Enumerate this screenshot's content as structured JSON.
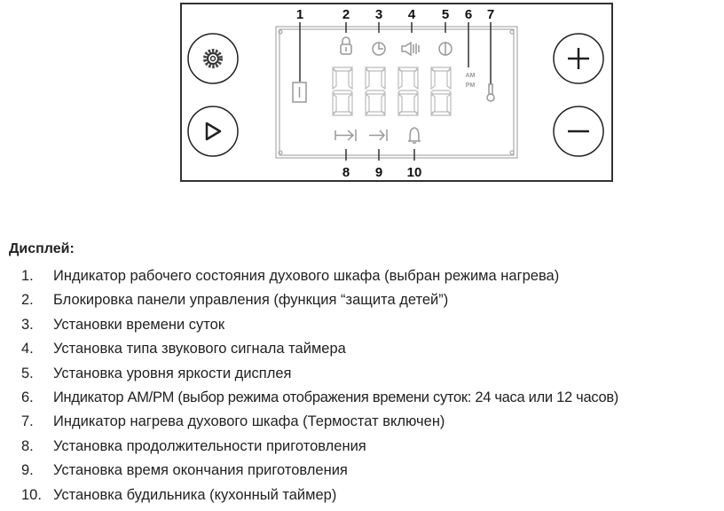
{
  "diagram": {
    "labels": {
      "l1": "1",
      "l2": "2",
      "l3": "3",
      "l4": "4",
      "l5": "5",
      "l6": "6",
      "l7": "7",
      "l8": "8",
      "l9": "9",
      "l10": "10"
    },
    "am": "AM",
    "pm": "PM",
    "buttons": [
      "gear",
      "play",
      "plus",
      "minus"
    ]
  },
  "section": {
    "title": "Дисплей:",
    "items": [
      {
        "num": "1.",
        "text": "Индикатор рабочего состояния духового шкафа (выбран режима нагрева)"
      },
      {
        "num": "2.",
        "text": "Блокировка панели управления (функция “защита детей”)"
      },
      {
        "num": "3.",
        "text": "Установки времени суток"
      },
      {
        "num": "4.",
        "text": "Установка типа звукового сигнала таймера"
      },
      {
        "num": "5.",
        "text": "Установка уровня яркости дисплея"
      },
      {
        "num": "6.",
        "text": "Индикатор AM/PM (выбор режима отображения времени суток: 24 часа или 12 часов)"
      },
      {
        "num": "7.",
        "text": "Индикатор нагрева духового шкафа (Термостат включен)"
      },
      {
        "num": "8.",
        "text": "Установка продолжительности приготовления"
      },
      {
        "num": "9.",
        "text": "Установка время окончания приготовления"
      },
      {
        "num": "10.",
        "text": "Установка будильника (кухонный таймер)"
      }
    ]
  }
}
